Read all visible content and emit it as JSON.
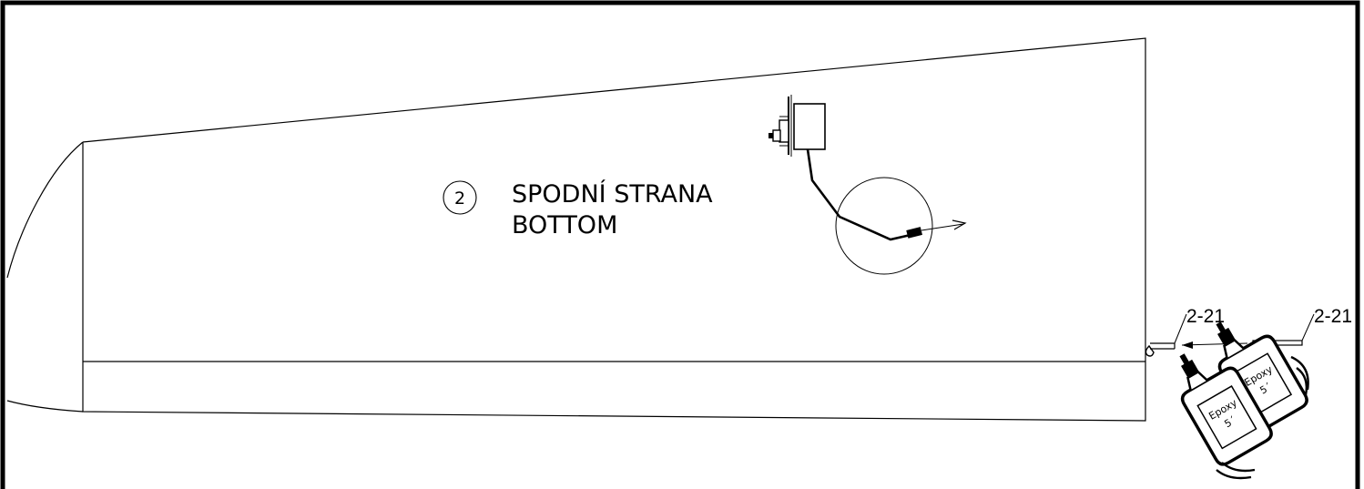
{
  "diagram": {
    "step_number": "2",
    "label_cz": "SPODNÍ STRANA",
    "label_en": "BOTTOM",
    "part_ref_left": "2-21",
    "part_ref_right": "2-21",
    "epoxy_label_front": "Epoxy",
    "epoxy_time_front": "5´",
    "epoxy_label_back": "Epoxy",
    "epoxy_time_back": "5´"
  }
}
